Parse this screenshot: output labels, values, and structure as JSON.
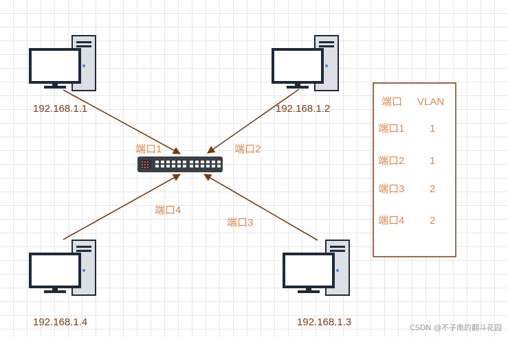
{
  "hosts": [
    {
      "ip": "192.168.1.1"
    },
    {
      "ip": "192.168.1.2"
    },
    {
      "ip": "192.168.1.4"
    },
    {
      "ip": "192.168.1.3"
    }
  ],
  "ports": [
    "端口1",
    "端口2",
    "端口4",
    "端口3"
  ],
  "vlan_table": {
    "headers": [
      "端口",
      "VLAN"
    ],
    "rows": [
      {
        "port": "端口1",
        "vlan": "1"
      },
      {
        "port": "端口2",
        "vlan": "1"
      },
      {
        "port": "端口3",
        "vlan": "2"
      },
      {
        "port": "端口4",
        "vlan": "2"
      }
    ]
  },
  "watermark": "CSDN @不子南的翻斗花园",
  "colors": {
    "link": "#7a3b12",
    "label": "#d9884c",
    "monitor": "#1e2a38",
    "tower": "#dcdfe3",
    "switch": "#3a3f47"
  }
}
